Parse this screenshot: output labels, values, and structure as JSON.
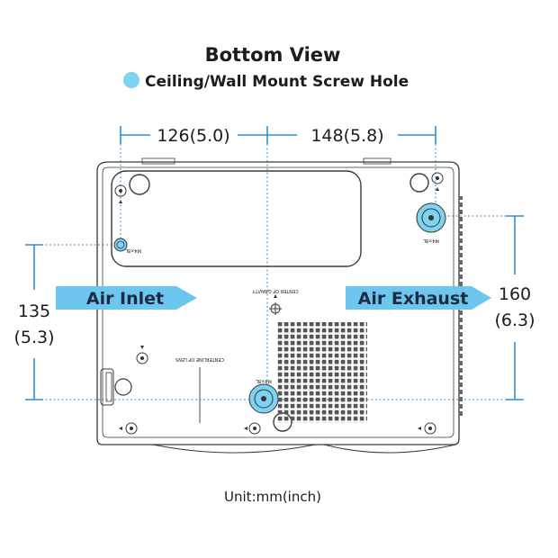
{
  "title": "Bottom View",
  "legend": {
    "label": "Ceiling/Wall Mount Screw Hole",
    "color": "#7dd3f0"
  },
  "dimensions": {
    "left_width": "126(5.0)",
    "right_width": "148(5.8)",
    "left_height_mm": "135",
    "left_height_in": "(5.3)",
    "right_height_mm": "160",
    "right_height_in": "(6.3)"
  },
  "airflow": {
    "inlet_label": "Air Inlet",
    "exhaust_label": "Air Exhaust",
    "arrow_color": "#6cc6ee",
    "text_color": "#1f2a44"
  },
  "dimension_line_color": "#2b8fd6",
  "device_labels": {
    "center_of_gravity": "CENTER OF GRAVITY",
    "centerline_of_lens": "CENTERLINE OF LENS",
    "screw_size_a": "M4×8L",
    "screw_size_b": "M4×8L",
    "screw_size_c": "M4×8L"
  },
  "unit": "Unit:mm(inch)"
}
